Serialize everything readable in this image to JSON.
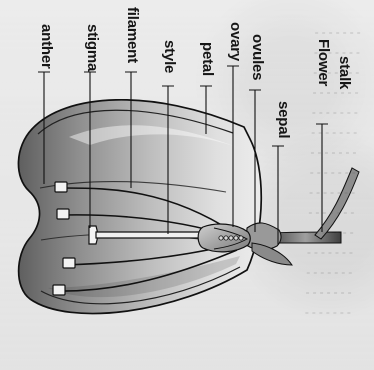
{
  "diagram": {
    "labels": {
      "anther": "anther",
      "stigma": "stigma",
      "filament": "filament",
      "style": "style",
      "petal": "petal",
      "ovary": "ovary",
      "ovules": "ovules",
      "sepal": "sepal",
      "flower": "Flower",
      "stalk": "stalk"
    }
  },
  "colors": {
    "background": "#e7e7e7",
    "line": "#141414",
    "petal_dark": "#6e6e6e",
    "petal_mid": "#999999",
    "petal_light": "#d7d7d7",
    "stem": "#7d7d7d"
  }
}
